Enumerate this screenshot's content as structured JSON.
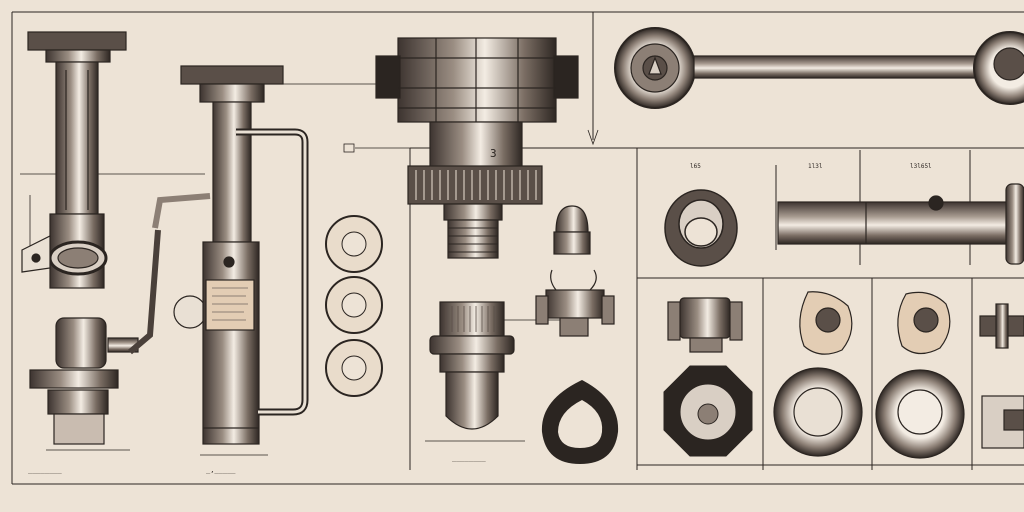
{
  "colors": {
    "paper": "#ede3d6",
    "ink": "#2b2521",
    "steel_dark": "#4a403a",
    "steel_mid": "#8c7f75",
    "steel_light": "#d9cfc4",
    "highlight": "#f7f1ea",
    "tan": "#d8c4a8"
  },
  "labels": {
    "tick_a": "3",
    "dim_c1": "l65",
    "dim_c2": "1l3l",
    "dim_c3": "l3l65l",
    "bottom_a": "________",
    "bottom_b": "_,_____",
    "bottom_c": "________"
  }
}
